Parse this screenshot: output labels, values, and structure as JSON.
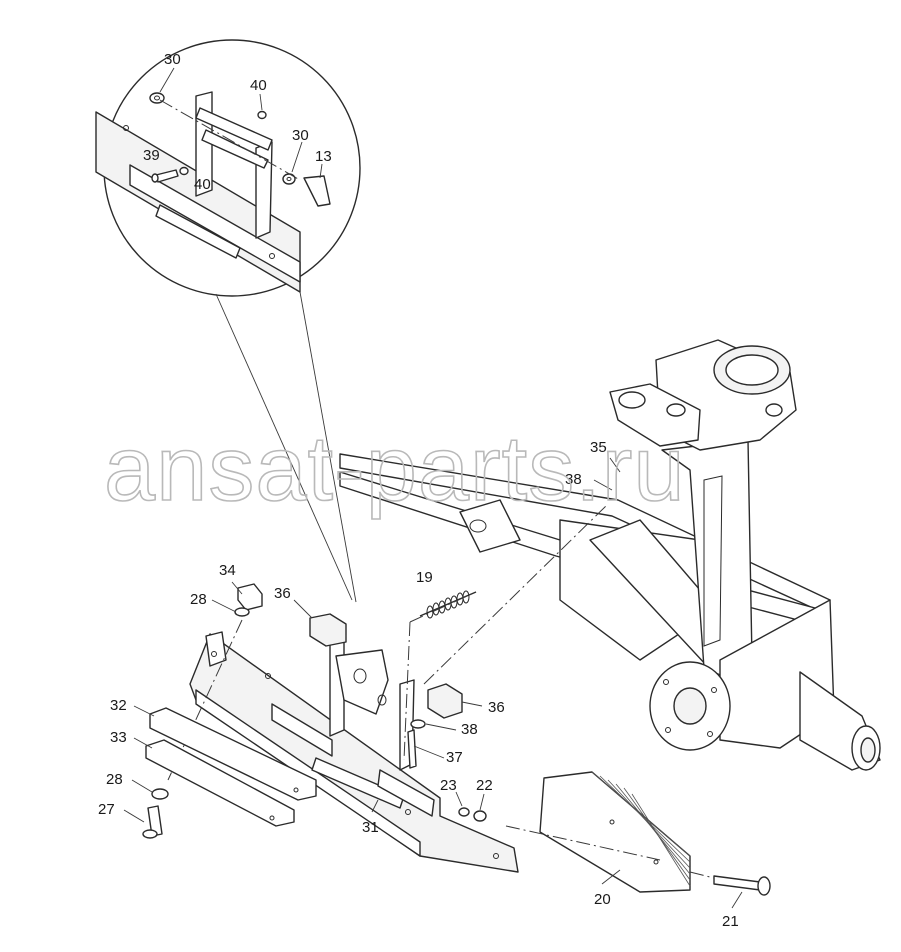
{
  "watermark": "ansat-parts.ru",
  "callouts": [
    {
      "id": "c30a",
      "label": "30"
    },
    {
      "id": "c40a",
      "label": "40"
    },
    {
      "id": "c30b",
      "label": "30"
    },
    {
      "id": "c13",
      "label": "13"
    },
    {
      "id": "c39",
      "label": "39"
    },
    {
      "id": "c40b",
      "label": "40"
    },
    {
      "id": "c35",
      "label": "35"
    },
    {
      "id": "c38a",
      "label": "38"
    },
    {
      "id": "c19",
      "label": "19"
    },
    {
      "id": "c34",
      "label": "34"
    },
    {
      "id": "c28a",
      "label": "28"
    },
    {
      "id": "c36a",
      "label": "36"
    },
    {
      "id": "c36b",
      "label": "36"
    },
    {
      "id": "c38b",
      "label": "38"
    },
    {
      "id": "c37",
      "label": "37"
    },
    {
      "id": "c32",
      "label": "32"
    },
    {
      "id": "c33",
      "label": "33"
    },
    {
      "id": "c28b",
      "label": "28"
    },
    {
      "id": "c27",
      "label": "27"
    },
    {
      "id": "c23",
      "label": "23"
    },
    {
      "id": "c22",
      "label": "22"
    },
    {
      "id": "c31",
      "label": "31"
    },
    {
      "id": "c20",
      "label": "20"
    },
    {
      "id": "c21",
      "label": "21"
    }
  ]
}
